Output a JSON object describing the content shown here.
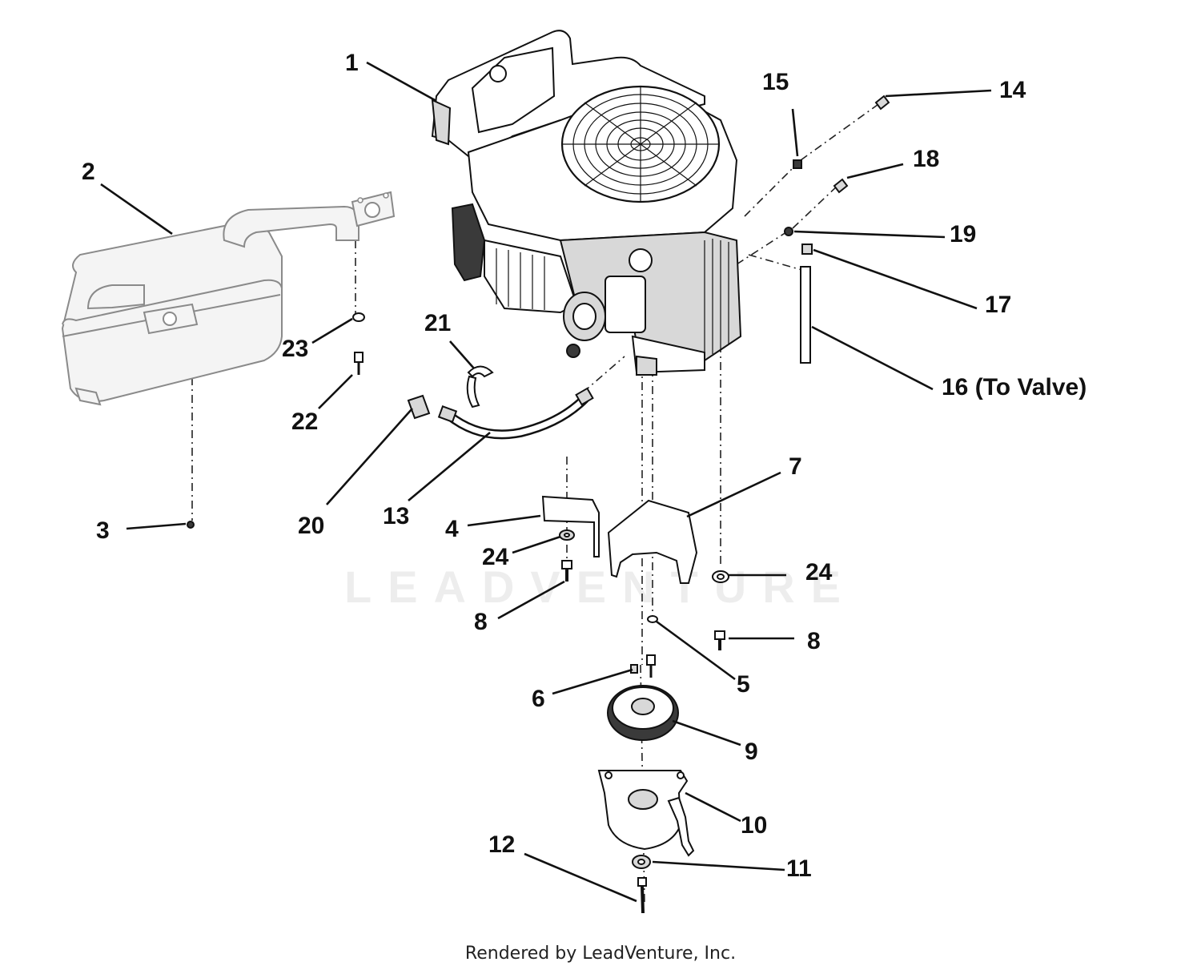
{
  "watermark": "LEADVENTURE",
  "credit": "Rendered by LeadVenture, Inc.",
  "callouts": [
    {
      "id": "c1",
      "label": "1"
    },
    {
      "id": "c2",
      "label": "2"
    },
    {
      "id": "c3",
      "label": "3"
    },
    {
      "id": "c4",
      "label": "4"
    },
    {
      "id": "c5",
      "label": "5"
    },
    {
      "id": "c6",
      "label": "6"
    },
    {
      "id": "c7",
      "label": "7"
    },
    {
      "id": "c8a",
      "label": "8"
    },
    {
      "id": "c8b",
      "label": "8"
    },
    {
      "id": "c9",
      "label": "9"
    },
    {
      "id": "c10",
      "label": "10"
    },
    {
      "id": "c11",
      "label": "11"
    },
    {
      "id": "c12",
      "label": "12"
    },
    {
      "id": "c13",
      "label": "13"
    },
    {
      "id": "c14",
      "label": "14"
    },
    {
      "id": "c15",
      "label": "15"
    },
    {
      "id": "c16",
      "label": "16 (To Valve)"
    },
    {
      "id": "c17",
      "label": "17"
    },
    {
      "id": "c18",
      "label": "18"
    },
    {
      "id": "c19",
      "label": "19"
    },
    {
      "id": "c20",
      "label": "20"
    },
    {
      "id": "c21",
      "label": "21"
    },
    {
      "id": "c22",
      "label": "22"
    },
    {
      "id": "c23",
      "label": "23"
    },
    {
      "id": "c24a",
      "label": "24"
    },
    {
      "id": "c24b",
      "label": "24"
    }
  ]
}
